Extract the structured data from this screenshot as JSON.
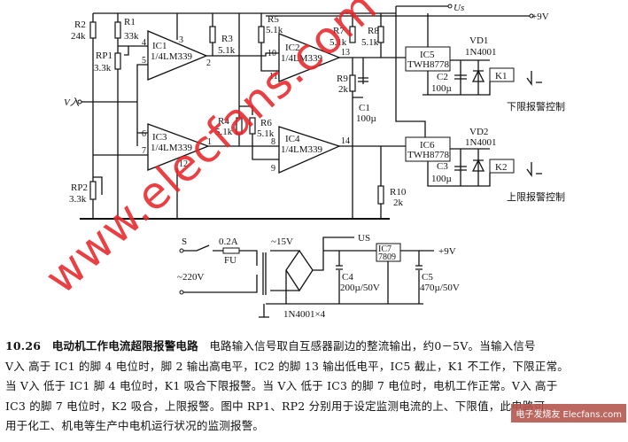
{
  "schematic": {
    "supply_us": "Us",
    "supply_9v": "+9V",
    "input": "V入",
    "components": {
      "R1": {
        "name": "R1",
        "value": "33k"
      },
      "R2": {
        "name": "R2",
        "value": "24k"
      },
      "R3": {
        "name": "R3",
        "value": "5.1k"
      },
      "R4": {
        "name": "R4",
        "value": "5.1k"
      },
      "R5": {
        "name": "R5",
        "value": "5.1k"
      },
      "R6": {
        "name": "R6",
        "value": "5.1k"
      },
      "R7": {
        "name": "R7",
        "value": "5.1k"
      },
      "R8": {
        "name": "R8",
        "value": "5.1k"
      },
      "R9": {
        "name": "R9",
        "value": "2k"
      },
      "R10": {
        "name": "R10",
        "value": "2k"
      },
      "RP1": {
        "name": "RP1",
        "value": "3.3k"
      },
      "RP2": {
        "name": "RP2",
        "value": "3.3k"
      },
      "C1": {
        "name": "C1",
        "value": "100µ"
      },
      "C2": {
        "name": "C2",
        "value": "100µ"
      },
      "C3": {
        "name": "C3",
        "value": "100µ"
      },
      "C4": {
        "name": "C4",
        "value": "200µ/50V"
      },
      "C5": {
        "name": "C5",
        "value": "470µ/50V"
      },
      "IC1": {
        "name": "IC1",
        "value": "1/4LM339"
      },
      "IC2": {
        "name": "IC2",
        "value": "1/4LM339"
      },
      "IC3": {
        "name": "IC3",
        "value": "1/4LM339"
      },
      "IC4": {
        "name": "IC4",
        "value": "1/4LM339"
      },
      "IC5": {
        "name": "IC5",
        "value": "TWH8778"
      },
      "IC6": {
        "name": "IC6",
        "value": "TWH8778"
      },
      "IC7": {
        "name": "IC7",
        "value": "7809"
      },
      "VD1": {
        "name": "VD1",
        "value": "1N4001"
      },
      "VD2": {
        "name": "VD2",
        "value": "1N4001"
      },
      "K1": {
        "name": "K1"
      },
      "K2": {
        "name": "K2"
      }
    },
    "pins": {
      "p4": "4",
      "p5": "5",
      "p3": "3",
      "p2": "2",
      "p10": "10",
      "p11": "11",
      "p13": "13",
      "p6": "6",
      "p7": "7",
      "p12": "12",
      "p1": "1",
      "p8": "8",
      "p9": "9",
      "p14": "14"
    },
    "lower_alarm": "下限报警控制",
    "upper_alarm": "上限报警控制",
    "power": {
      "switch": "S",
      "fuse_rating": "0.2A",
      "fuse": "FU",
      "mains": "~220V",
      "secondary": "~15V",
      "us": "US",
      "out": "+9V",
      "bridge": "1N4001×4"
    }
  },
  "description": {
    "number": "10.26",
    "title": "电动机工作电流超限报警电路",
    "lines": [
      "电路输入信号取自互感器副边的整流输出，约0－5V。当输入信号",
      "V入 高于 IC1 的脚 4 电位时，脚 2 输出高电平，IC2 的脚 13 输出低电平，IC5 截止，K1 不工作，下限正常。",
      "当 V入 低于 IC1 脚 4 电位时，K1 吸合下限报警。当 V入 低于 IC3 的脚 7 电位时，电机工作正常。V入 高于",
      "IC3 的脚 7 电位时，K2 吸合，上限报警。图中 RP1、RP2 分别用于设定监测电流的上、下限值，此电路可",
      "用于化工、机电等生产中电机运行状况的监测报警。"
    ]
  },
  "watermark": "www.elecfans.com",
  "logo": "电子发烧友 Elecfans.com"
}
